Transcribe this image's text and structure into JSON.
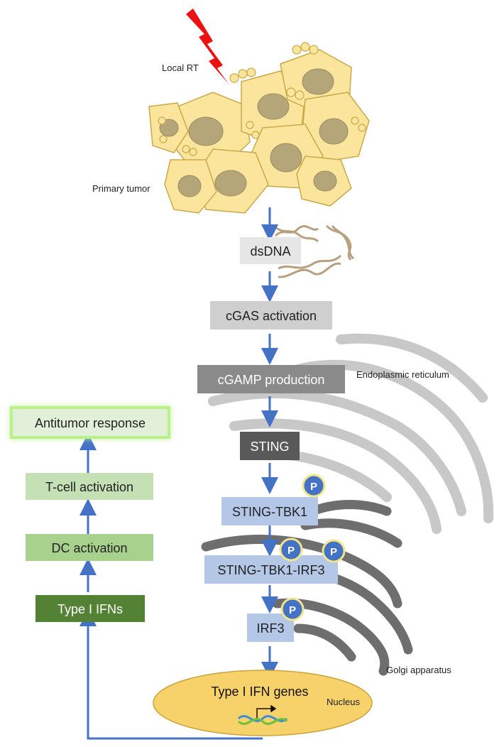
{
  "labels": {
    "local_rt": "Local RT",
    "primary_tumor": "Primary tumor",
    "endoplasmic_reticulum": "Endoplasmic reticulum",
    "golgi_apparatus": "Golgi apparatus",
    "nucleus": "Nucleus",
    "type1_ifn_genes": "Type I IFN genes",
    "phospho": "P"
  },
  "pathway": {
    "dsdna": "dsDNA",
    "cgas": "cGAS activation",
    "cgamp": "cGAMP production",
    "sting": "STING",
    "sting_tbk1": "STING-TBK1",
    "sting_tbk1_irf3": "STING-TBK1-IRF3",
    "irf3": "IRF3"
  },
  "response": {
    "type1_ifns": "Type I IFNs",
    "dc_activation": "DC activation",
    "tcell_activation": "T-cell activation",
    "antitumor": "Antitumor response"
  },
  "colors": {
    "arrow": "#4472c4",
    "tumor_cell": "#fbe49b",
    "tumor_nucleus": "#b5a67a",
    "gray_box_light": "#e6e6e6",
    "gray_box_mid": "#cfcfcf",
    "gray_box_dark": "#8a8a8a",
    "sting_box": "#595959",
    "blue_box": "#b4c7e7",
    "phospho": "#4472c4",
    "green_dark": "#548235",
    "green_mid": "#a9d18e",
    "green_light": "#c5e0b4",
    "green_pale": "#e2f0d9",
    "nucleus": "#f7d26a",
    "er": "#c8c8c8",
    "golgi": "#6e6e6e"
  }
}
